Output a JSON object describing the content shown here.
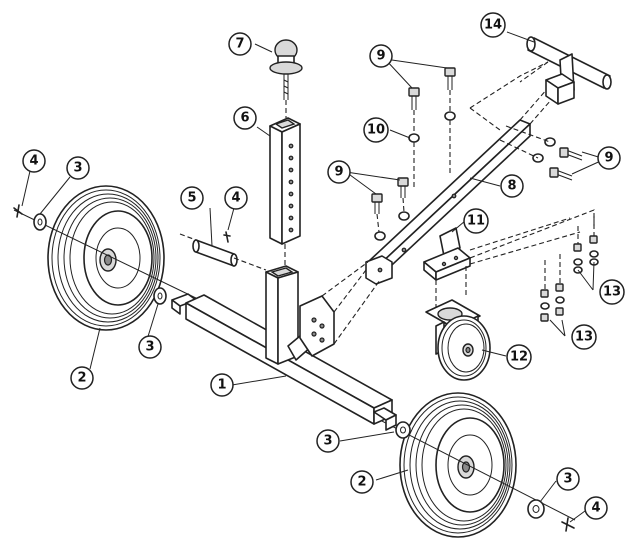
{
  "callouts": {
    "c1": "1",
    "c2a": "2",
    "c2b": "2",
    "c3a": "3",
    "c3b": "3",
    "c3c": "3",
    "c3d": "3",
    "c4a": "4",
    "c4b": "4",
    "c4c": "4",
    "c5": "5",
    "c6": "6",
    "c7": "7",
    "c8": "8",
    "c9a": "9",
    "c9b": "9",
    "c9c": "9",
    "c10": "10",
    "c11": "11",
    "c12": "12",
    "c13a": "13",
    "c13b": "13",
    "c14": "14"
  }
}
